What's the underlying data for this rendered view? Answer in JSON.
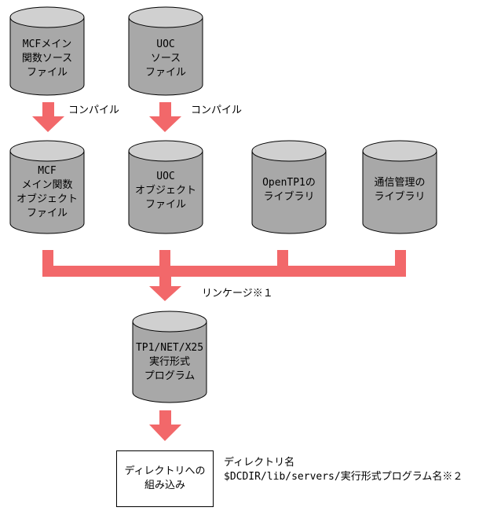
{
  "cylinders": {
    "mcf_source": "MCFメイン\n関数ソース\nファイル",
    "uoc_source": "UOC\nソース\nファイル",
    "mcf_object": "MCF\nメイン関数\nオブジェクト\nファイル",
    "uoc_object": "UOC\nオブジェクト\nファイル",
    "opentp1_lib": "OpenTP1の\nライブラリ",
    "comm_lib": "通信管理の\nライブラリ",
    "executable": "TP1/NET/X25\n実行形式\nプログラム"
  },
  "labels": {
    "compile_1": "コンパイル",
    "compile_2": "コンパイル",
    "linkage": "リンケージ※１"
  },
  "box": {
    "text": "ディレクトリへの\n組み込み"
  },
  "directory_note": {
    "line1": "ディレクトリ名",
    "line2": "$DCDIR/lib/servers/実行形式プログラム名※２"
  },
  "colors": {
    "arrow": "#f2686a",
    "cylinder_body": "#a8a8a8",
    "cylinder_top": "#d0d0d0",
    "outline": "#000000"
  }
}
